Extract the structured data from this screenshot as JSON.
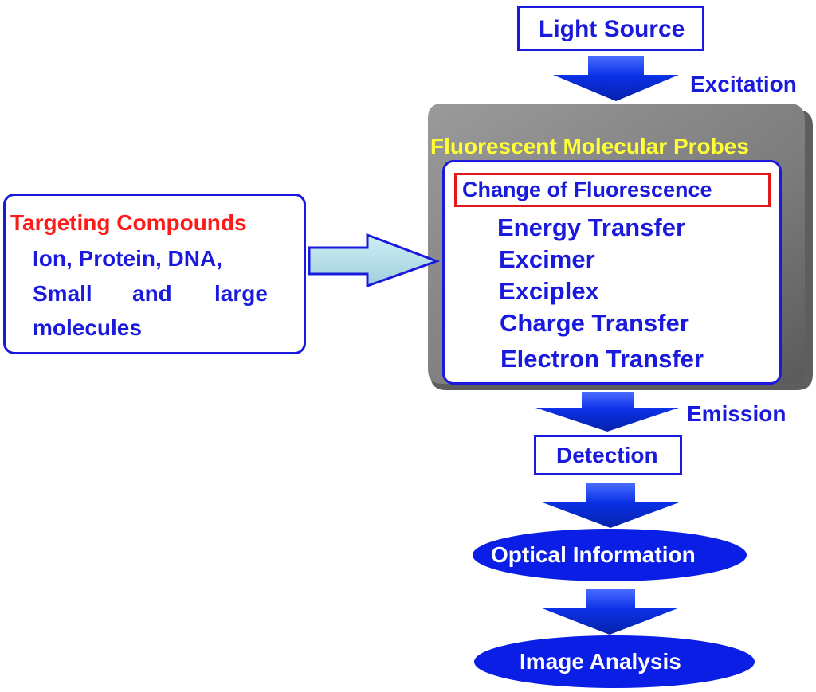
{
  "light_source": "Light Source",
  "excitation": "Excitation",
  "probes_title": "Fluorescent Molecular Probes",
  "change_title": "Change of Fluorescence",
  "mechanisms": [
    "Energy Transfer",
    "Excimer",
    "Exciplex",
    "Charge Transfer",
    "Electron Transfer"
  ],
  "targeting": {
    "title": "Targeting Compounds",
    "line1": "Ion, Protein, DNA,",
    "line2_words": [
      "Small",
      "and",
      "large"
    ],
    "line3": "molecules"
  },
  "emission": "Emission",
  "detection": "Detection",
  "optical_information": "Optical Information",
  "image_analysis": "Image Analysis",
  "colors": {
    "blue_text": "#1a1adc",
    "arrow_blue": "#0a30e6",
    "probe_yellow": "#ffff33",
    "target_red": "#ff1a1a",
    "gray_frame": "#808080",
    "light_arrow_fill": "#b8e0ea"
  }
}
